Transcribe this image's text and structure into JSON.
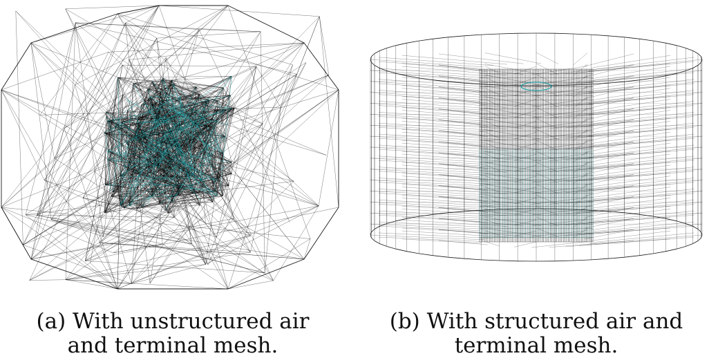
{
  "figure": {
    "panels": [
      {
        "id": "a",
        "caption_line1": "(a) With unstructured air",
        "caption_line2": "and terminal mesh."
      },
      {
        "id": "b",
        "caption_line1": "(b) With structured air and",
        "caption_line2": "terminal mesh."
      }
    ],
    "colors": {
      "air_mesh": "#000000",
      "terminal_mesh": "#1aa3a8",
      "background": "#ffffff"
    }
  }
}
